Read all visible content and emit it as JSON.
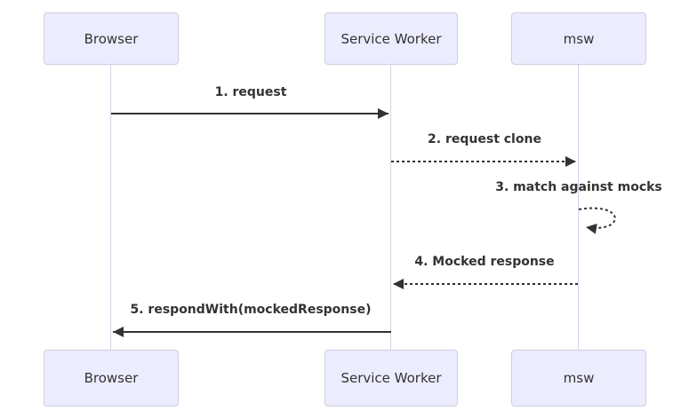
{
  "diagram": {
    "type": "sequence-diagram",
    "actors": [
      {
        "label": "Browser"
      },
      {
        "label": "Service Worker"
      },
      {
        "label": "msw"
      }
    ],
    "messages": [
      {
        "label": "1. request",
        "from": "Browser",
        "to": "Service Worker",
        "line": "solid"
      },
      {
        "label": "2. request clone",
        "from": "Service Worker",
        "to": "msw",
        "line": "dashed"
      },
      {
        "label": "3. match against mocks",
        "from": "msw",
        "to": "msw",
        "line": "dashed-self-loop"
      },
      {
        "label": "4. Mocked response",
        "from": "msw",
        "to": "Service Worker",
        "line": "dashed"
      },
      {
        "label": "5. respondWith(mockedResponse)",
        "from": "Service Worker",
        "to": "Browser",
        "line": "solid"
      }
    ],
    "colors": {
      "actor_fill": "#ECECFF",
      "actor_border": "#cfccdf",
      "lifeline": "#d5d2e6",
      "arrow": "#333333",
      "text": "#333333",
      "background": "#ffffff"
    }
  }
}
